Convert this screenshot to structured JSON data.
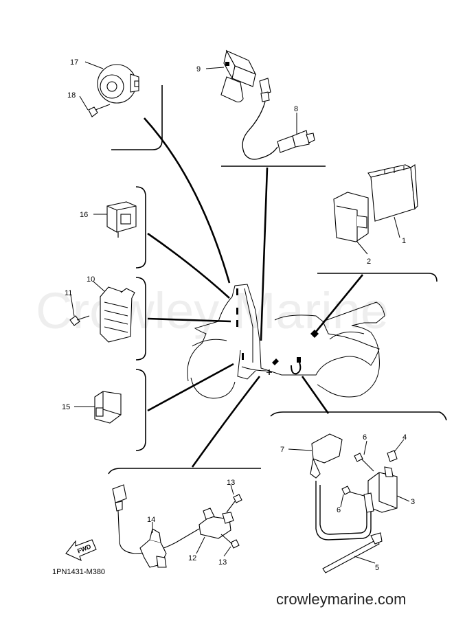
{
  "watermark": "Crowley Marine",
  "website": "crowleymarine.com",
  "diagram_code": "1PN1431-M380",
  "fwd_label": "FWD",
  "callouts": {
    "c1": "1",
    "c2": "2",
    "c3": "3",
    "c4": "4",
    "c5": "5",
    "c6a": "6",
    "c6b": "6",
    "c7": "7",
    "c8": "8",
    "c9": "9",
    "c10": "10",
    "c11": "11",
    "c12": "12",
    "c13a": "13",
    "c13b": "13",
    "c14": "14",
    "c15": "15",
    "c16": "16",
    "c17": "17",
    "c18": "18"
  }
}
